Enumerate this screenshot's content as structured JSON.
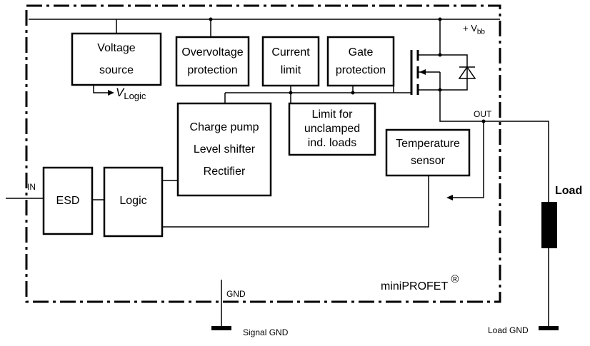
{
  "blocks": {
    "voltage_source": [
      "Voltage",
      "source"
    ],
    "overvoltage_protection": [
      "Overvoltage",
      "protection"
    ],
    "current_limit": [
      "Current",
      "limit"
    ],
    "gate_protection": [
      "Gate",
      "protection"
    ],
    "charge_pump": [
      "Charge pump",
      "Level shifter",
      "Rectifier"
    ],
    "limit_unclamped": [
      "Limit for",
      "unclamped",
      "ind. loads"
    ],
    "temperature_sensor": [
      "Temperature",
      "sensor"
    ],
    "esd": [
      "ESD"
    ],
    "logic": [
      "Logic"
    ]
  },
  "labels": {
    "vbb_prefix": "+ V",
    "vbb_sub": "bb",
    "vlogic": "V",
    "vlogic_sub": "Logic",
    "in": "IN",
    "out": "OUT",
    "gnd": "GND",
    "signal_gnd": "Signal GND",
    "load": "Load",
    "load_gnd": "Load GND",
    "product": "miniPROFET",
    "registered": "®"
  }
}
